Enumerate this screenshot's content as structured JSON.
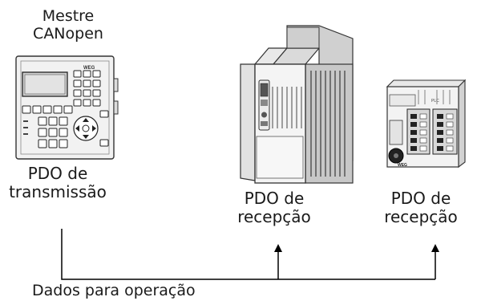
{
  "master": {
    "title_line1": "Mestre",
    "title_line2": "CANopen",
    "pdo_line1": "PDO de",
    "pdo_line2": "transmissão"
  },
  "slave_drive": {
    "pdo_line1": "PDO de",
    "pdo_line2": "recepção"
  },
  "slave_plc": {
    "pdo_line1": "PDO de",
    "pdo_line2": "recepção"
  },
  "bus": {
    "label": "Dados para operação"
  },
  "device_labels": {
    "hmi_brand": "WEG",
    "plc_tag": "PLC",
    "plc_brand": "WEG"
  }
}
